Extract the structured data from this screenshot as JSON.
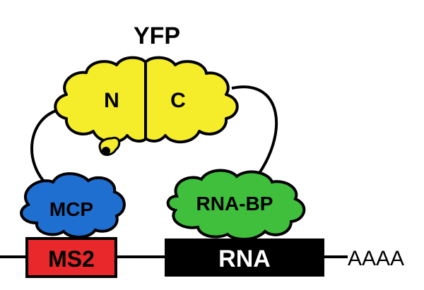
{
  "title": "YFP",
  "yfp": {
    "left_label": "N",
    "right_label": "C"
  },
  "mcp": {
    "label": "MCP"
  },
  "rbp": {
    "label": "RNA-BP"
  },
  "ms2": {
    "label": "MS2"
  },
  "rna": {
    "label": "RNA"
  },
  "tail": {
    "label": "AAAA"
  },
  "colors": {
    "yfp": "#f5ec2a",
    "mcp": "#1f6fd1",
    "rbp": "#3fbf3c",
    "ms2": "#e8282b",
    "rna": "#000000",
    "outline": "#000000"
  }
}
